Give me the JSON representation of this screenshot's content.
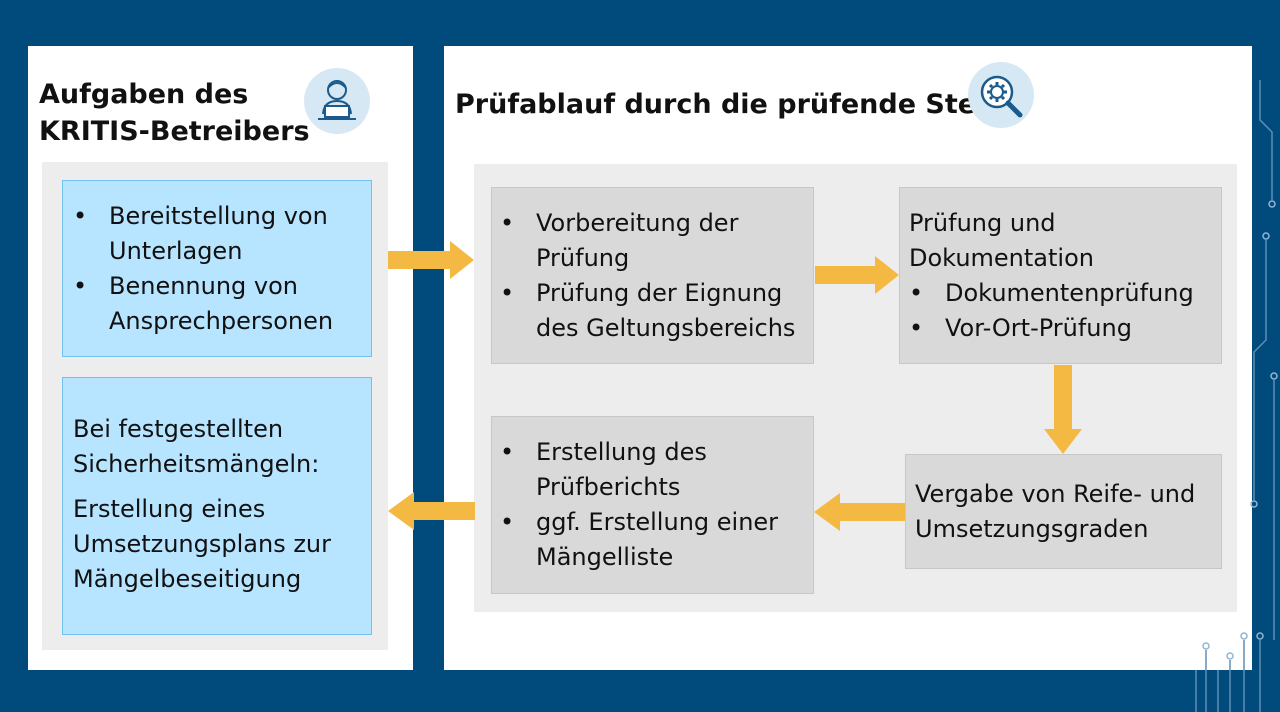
{
  "left": {
    "title_line1": "Aufgaben des",
    "title_line2": "KRITIS-Betreibers",
    "icon": "person-laptop-icon",
    "box1_items": [
      "Bereitstellung von Unterlagen",
      "Benennung von Ansprechpersonen"
    ],
    "box2_intro": "Bei festgestellten Sicherheitsmängeln:",
    "box2_text": "Erstellung eines Umsetzungsplans zur Mängelbeseitigung"
  },
  "right": {
    "title": "Prüfablauf durch die prüfende Stelle",
    "icon": "gear-magnifier-icon",
    "step1_items": [
      "Vorbereitung der Prüfung",
      "Prüfung der Eignung des Geltungsbereichs"
    ],
    "step2_intro": "Prüfung und Dokumentation",
    "step2_items": [
      "Dokumentenprüfung",
      "Vor-Ort-Prüfung"
    ],
    "step3_text": "Vergabe von Reife- und Umsetzungsgraden",
    "step4_items": [
      "Erstellung des Prüfberichts",
      "ggf. Erstellung einer Mängelliste"
    ]
  },
  "colors": {
    "background": "#004a7c",
    "arrow": "#f4b942",
    "blue_box": "#b7e4ff",
    "gray_box": "#d9d9d9"
  }
}
